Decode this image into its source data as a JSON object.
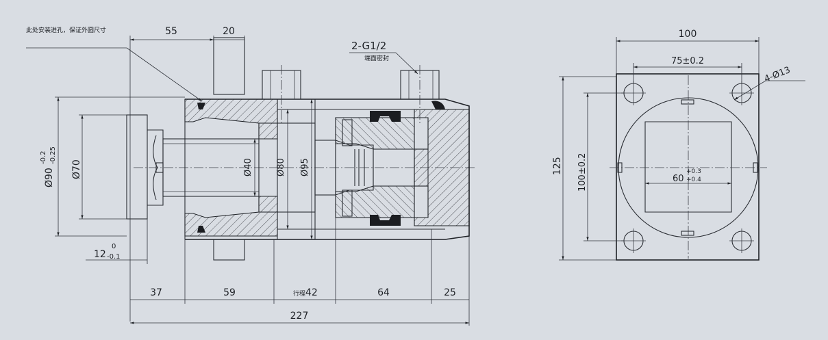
{
  "colors": {
    "paper": "#d9dde3",
    "ink": "#1e2126"
  },
  "side_view": {
    "note": "此处安装进孔，保证外圆尺寸",
    "port_label": "2-G1/2",
    "port_sub_label": "端面密封",
    "dims": {
      "d55": "55",
      "d20": "20",
      "od90_main": "Ø90",
      "od90_tol_upper": "-0.2",
      "od90_tol_lower": "-0.25",
      "od70": "Ø70",
      "d40": "Ø40",
      "d80": "Ø80",
      "d95": "Ø95",
      "d12_main": "12",
      "d12_tol_upper": "0",
      "d12_tol_lower": "-0.1",
      "d37": "37",
      "d59": "59",
      "stroke_prefix": "行程",
      "stroke_value": "42",
      "d64": "64",
      "d25": "25",
      "d227": "227"
    }
  },
  "end_view": {
    "dims": {
      "d100_width": "100",
      "d75": "75±0.2",
      "holes": "4-Ø13",
      "d125": "125",
      "d100_height": "100±0.2",
      "d60_main": "60",
      "d60_tol_upper": "+0.3",
      "d60_tol_lower": "+0.4"
    }
  }
}
